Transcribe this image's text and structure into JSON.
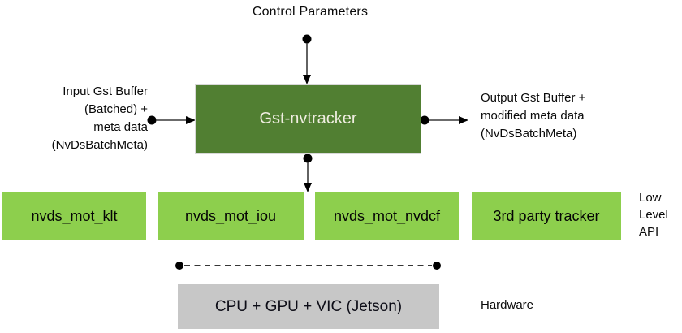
{
  "diagram": {
    "control_parameters_label": "Control Parameters",
    "input_label": "Input Gst Buffer\n(Batched) +\nmeta data\n(NvDsBatchMeta)",
    "output_label": "Output Gst Buffer +\nmodified meta data\n(NvDsBatchMeta)",
    "main_block_label": "Gst-nvtracker",
    "low_level_blocks": [
      "nvds_mot_klt",
      "nvds_mot_iou",
      "nvds_mot_nvdcf",
      "3rd party tracker"
    ],
    "low_level_api_label": "Low\nLevel\nAPI",
    "hardware_block_label": "CPU + GPU + VIC (Jetson)",
    "hardware_label": "Hardware",
    "colors": {
      "dark_green": "#517F32",
      "light_green": "#8DCF4D",
      "gray": "#C7C7C7",
      "box_text_light": "#EFEDE0",
      "line": "#3a3a3a",
      "dot": "#000000"
    }
  }
}
